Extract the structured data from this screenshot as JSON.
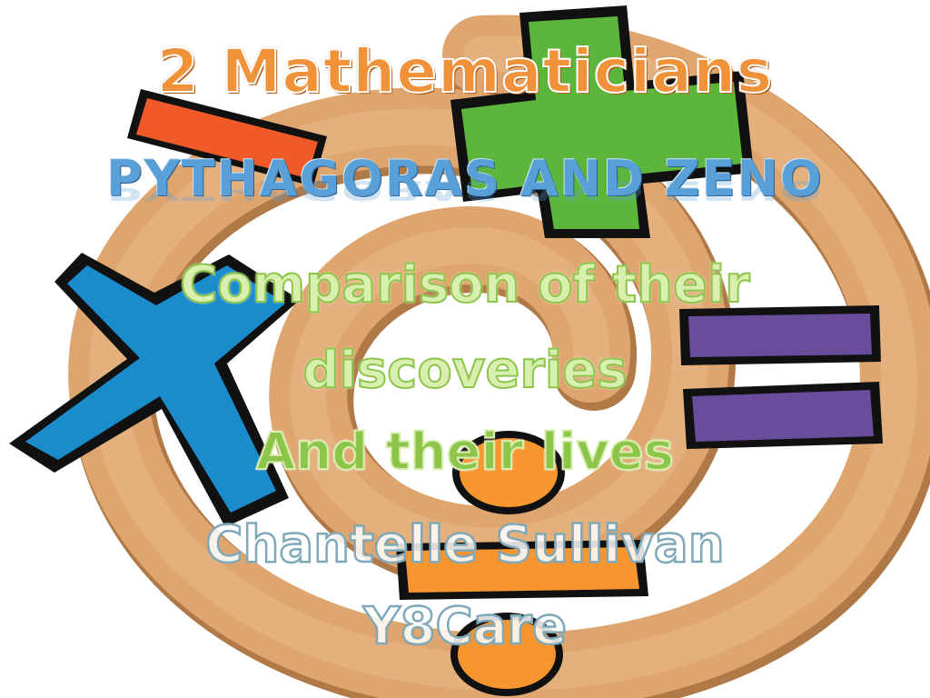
{
  "slide": {
    "title": "2 Mathematicians",
    "subtitle": "PYTHAGORAS AND ZENO",
    "line1": "Comparison of their",
    "line2": "discoveries",
    "line3": "And their lives",
    "author": "Chantelle Sullivan",
    "class_name": "Y8Care"
  },
  "colors": {
    "spiral": "#dfa56e",
    "spiral_shadow": "#b07a48",
    "minus_sign": "#f05a28",
    "plus_sign": "#5cb63c",
    "times_sign": "#1a8ccc",
    "equals_sign": "#6a4c9c",
    "divide_sign": "#f7952e"
  },
  "icons": [
    "minus-sign-icon",
    "plus-sign-icon",
    "times-sign-icon",
    "equals-sign-icon",
    "divide-sign-icon",
    "spiral-background"
  ]
}
